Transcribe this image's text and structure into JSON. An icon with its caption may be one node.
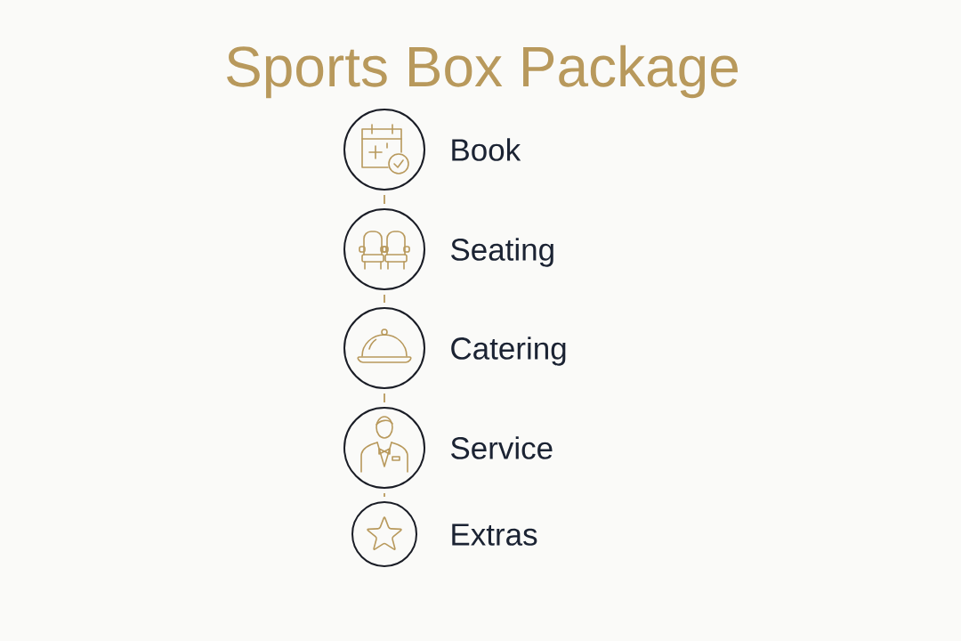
{
  "diagram": {
    "title": "Sports Box Package",
    "nodes": [
      {
        "text": [],
        "shape": "circle",
        "beside": [
          "Book"
        ]
      },
      {
        "text": [],
        "shape": "circle",
        "beside": [
          "Seating"
        ]
      },
      {
        "text": [],
        "shape": "circle",
        "beside": [
          "Catering"
        ]
      },
      {
        "text": [],
        "shape": "circle",
        "beside": [
          "Service"
        ]
      },
      {
        "text": [],
        "shape": "circle",
        "beside": [
          "Extras"
        ]
      }
    ],
    "edges": [
      {
        "from": 0,
        "to": 1,
        "arrow": "none"
      },
      {
        "from": 1,
        "to": 2,
        "arrow": "none"
      },
      {
        "from": 2,
        "to": 3,
        "arrow": "none"
      },
      {
        "from": 3,
        "to": 4,
        "arrow": "none"
      }
    ]
  }
}
